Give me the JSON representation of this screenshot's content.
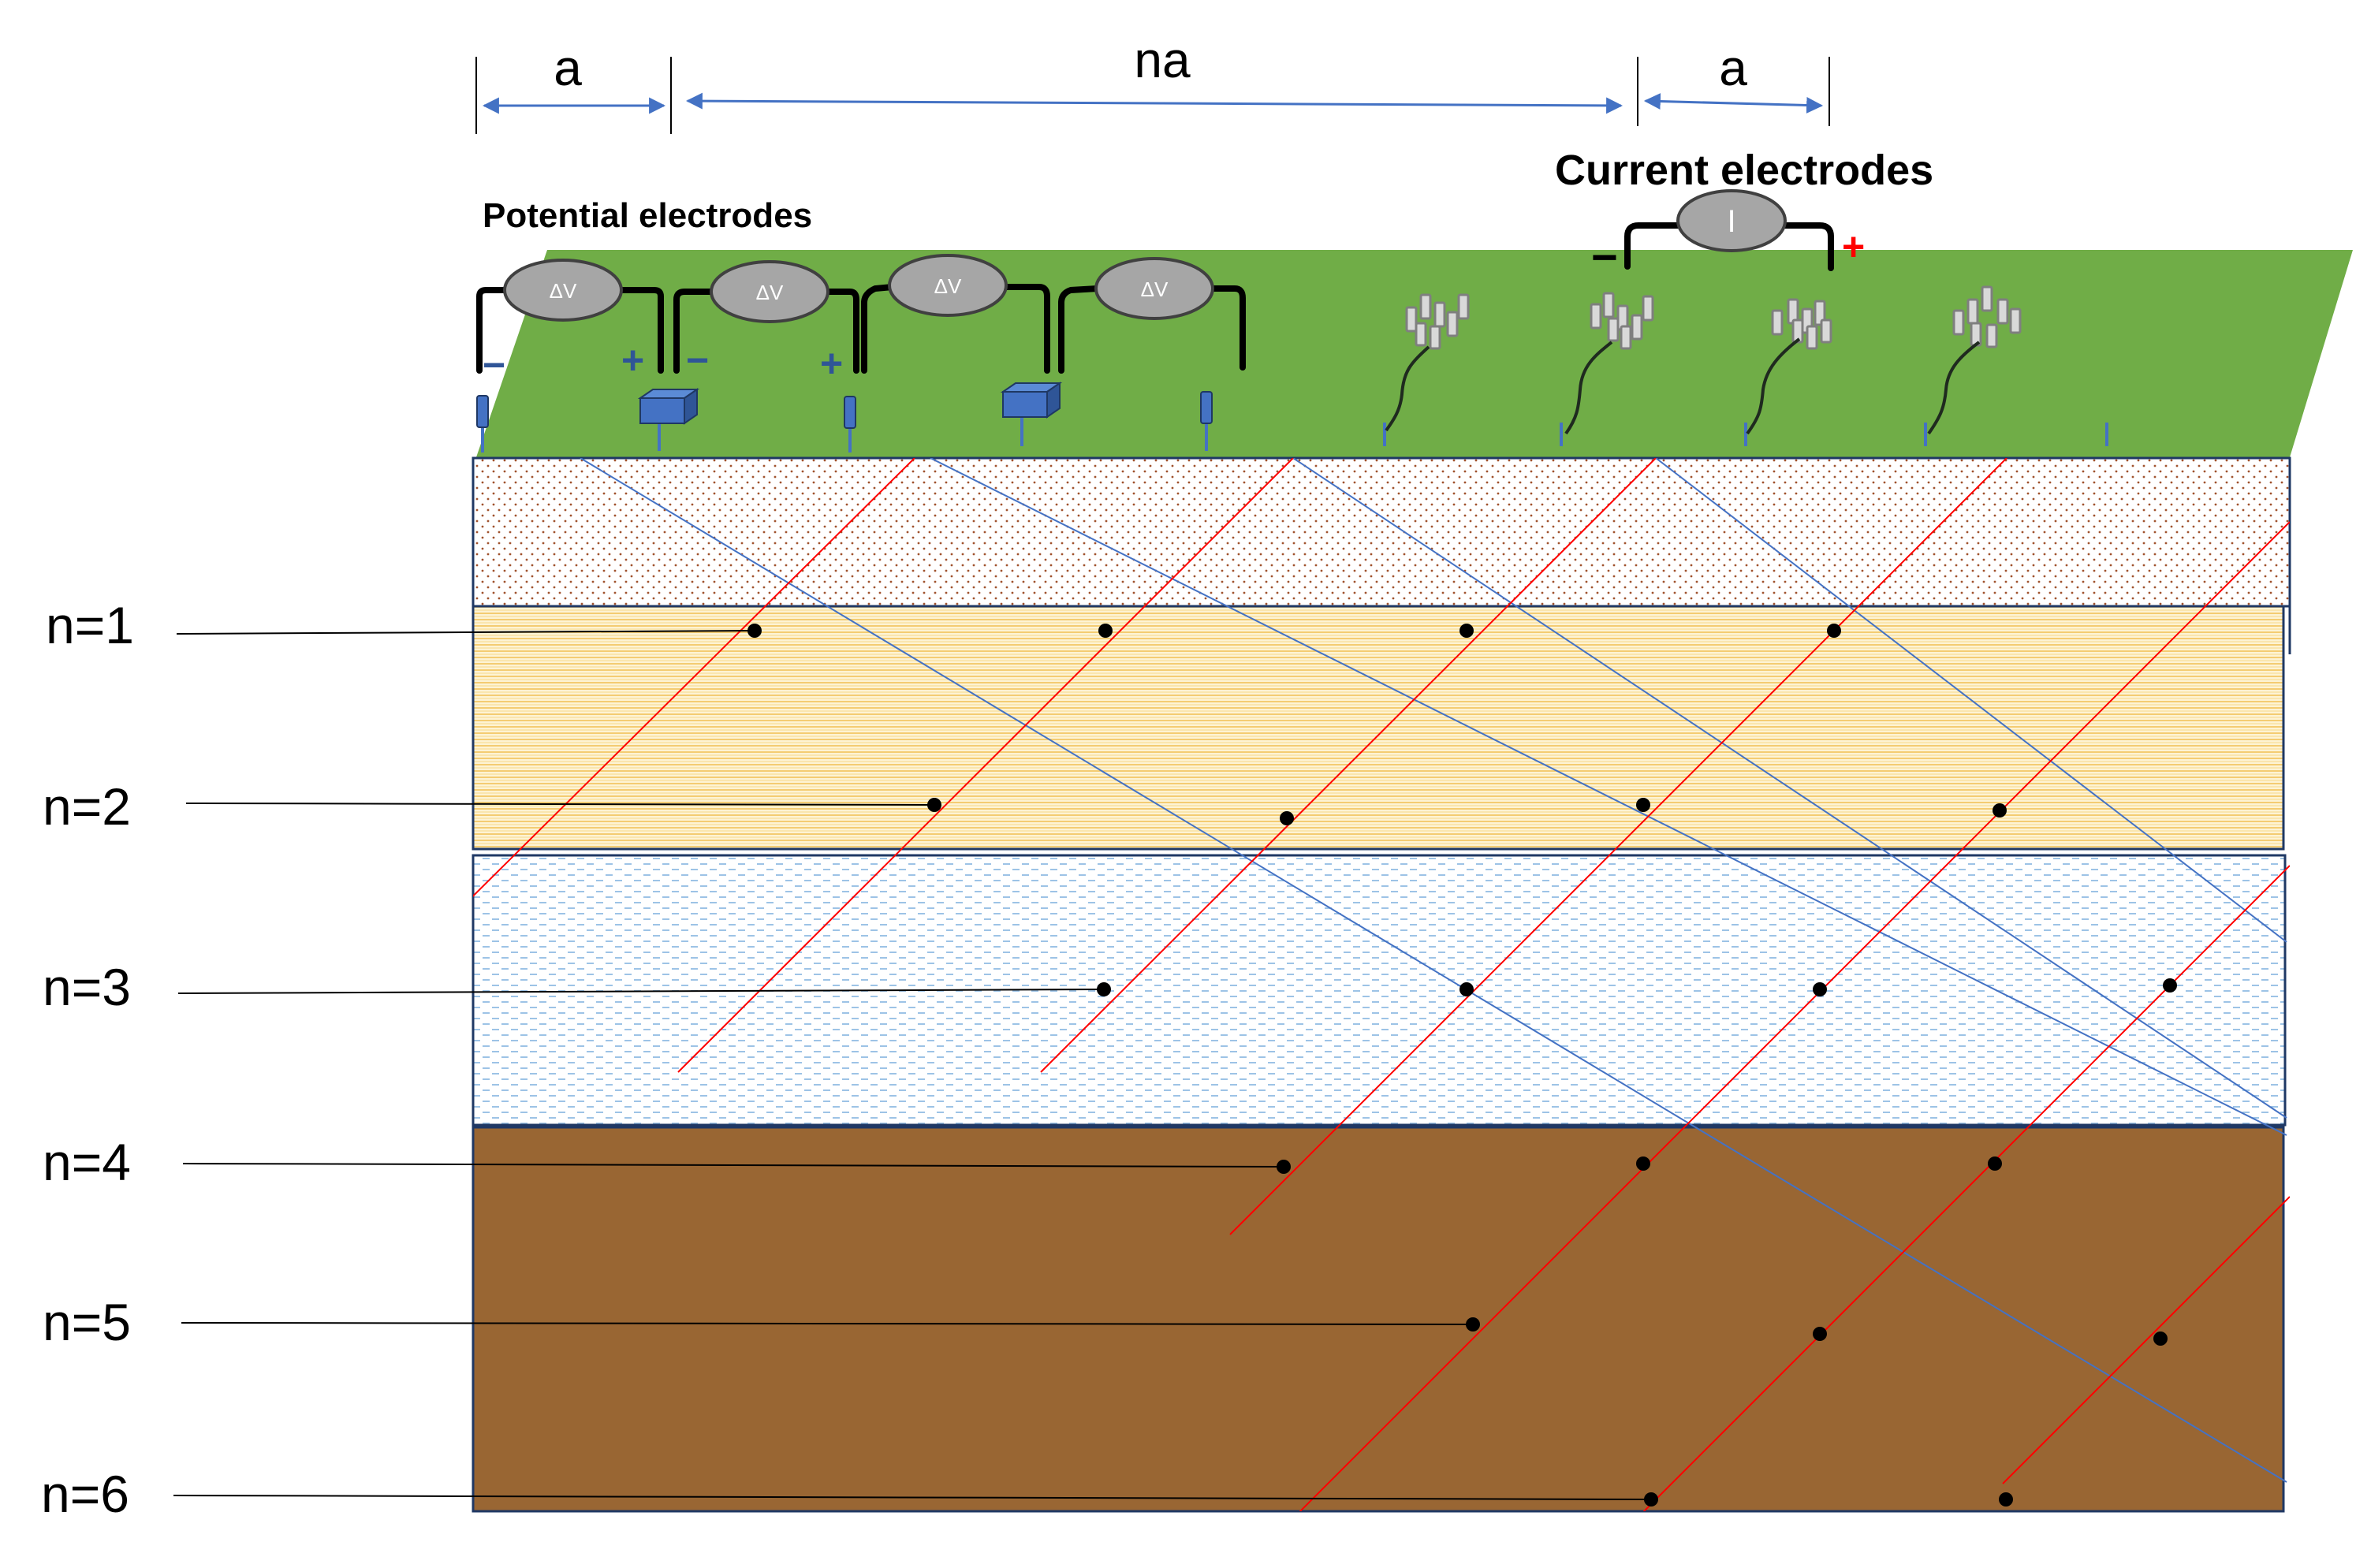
{
  "spacing_labels": {
    "left_a": "a",
    "middle_na": "na",
    "right_a": "a"
  },
  "titles": {
    "potential": "Potential electrodes",
    "current": "Current electrodes"
  },
  "meter_labels": {
    "voltage": "ΔV",
    "current": "I"
  },
  "polarity": {
    "minus": "−",
    "plus": "+"
  },
  "depth_levels": [
    "n=1",
    "n=2",
    "n=3",
    "n=4",
    "n=5",
    "n=6"
  ],
  "colors": {
    "ground_surface": "#70ad47",
    "layer1_dots": "#a0522d",
    "layer2_stripes": "#f2c35a",
    "layer2_bg": "#fdf3d4",
    "layer3_dashes": "#9dc3e6",
    "layer4_fill": "#996633",
    "blue_lines": "#4472c4",
    "red_lines": "#ff0000",
    "meter_fill": "#a6a6a6",
    "electrode_blue": "#4472c4",
    "arrow": "#4472c4"
  }
}
